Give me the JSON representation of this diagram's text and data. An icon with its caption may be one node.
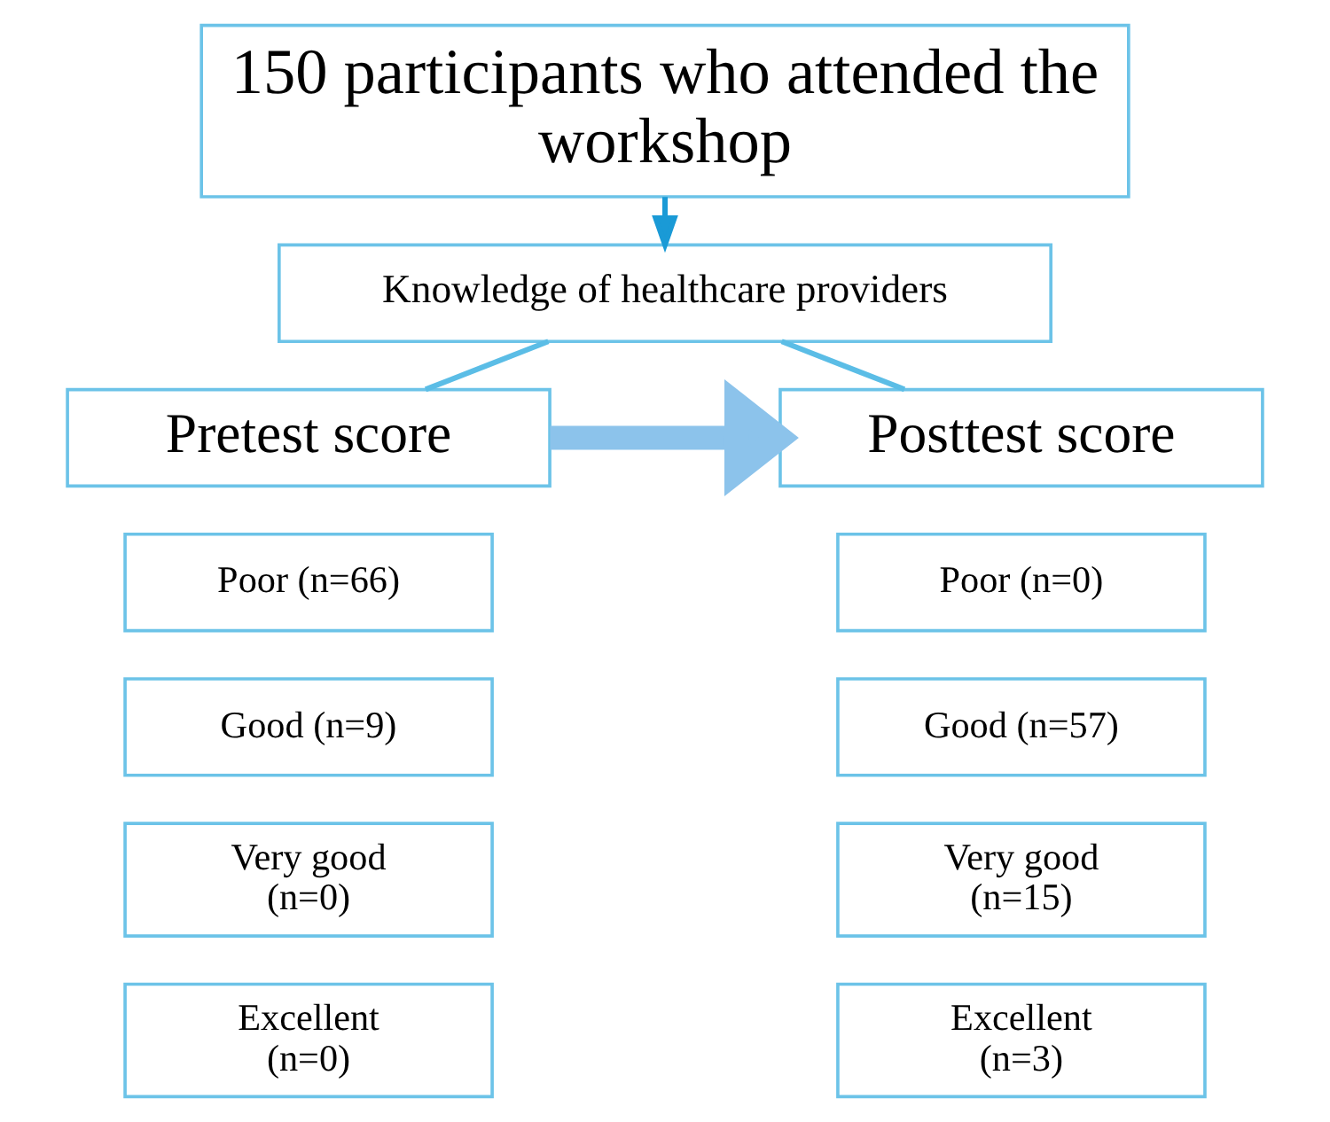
{
  "diagram": {
    "nodes": [
      {
        "text": [
          "150 participants who attended the workshop"
        ]
      },
      {
        "text": [
          "Knowledge of healthcare providers"
        ]
      },
      {
        "text": [
          "Pretest score"
        ]
      },
      {
        "text": [
          "Poor (n=66)"
        ]
      },
      {
        "text": [
          "Good (n=9)"
        ]
      },
      {
        "text": [
          "Very good (n=0)"
        ]
      },
      {
        "text": [
          "Excellent (n=0)"
        ]
      },
      {
        "text": [
          "Posttest score"
        ]
      },
      {
        "text": [
          "Poor (n=0)"
        ]
      },
      {
        "text": [
          "Good (n=57)"
        ]
      },
      {
        "text": [
          "Very good (n=15)"
        ]
      },
      {
        "text": [
          "Excellent (n=3)"
        ]
      }
    ],
    "edges": [
      {
        "from": 0,
        "to": 1,
        "arrow": "to",
        "color": "#1a9ad6"
      },
      {
        "from": 1,
        "to": 2,
        "arrow": "none",
        "color": "#5bbde6"
      },
      {
        "from": 1,
        "to": 7,
        "arrow": "none",
        "color": "#5bbde6"
      },
      {
        "from": 2,
        "to": 7,
        "arrow": "to",
        "style": "thick",
        "color": "#8cc3eb"
      }
    ]
  }
}
